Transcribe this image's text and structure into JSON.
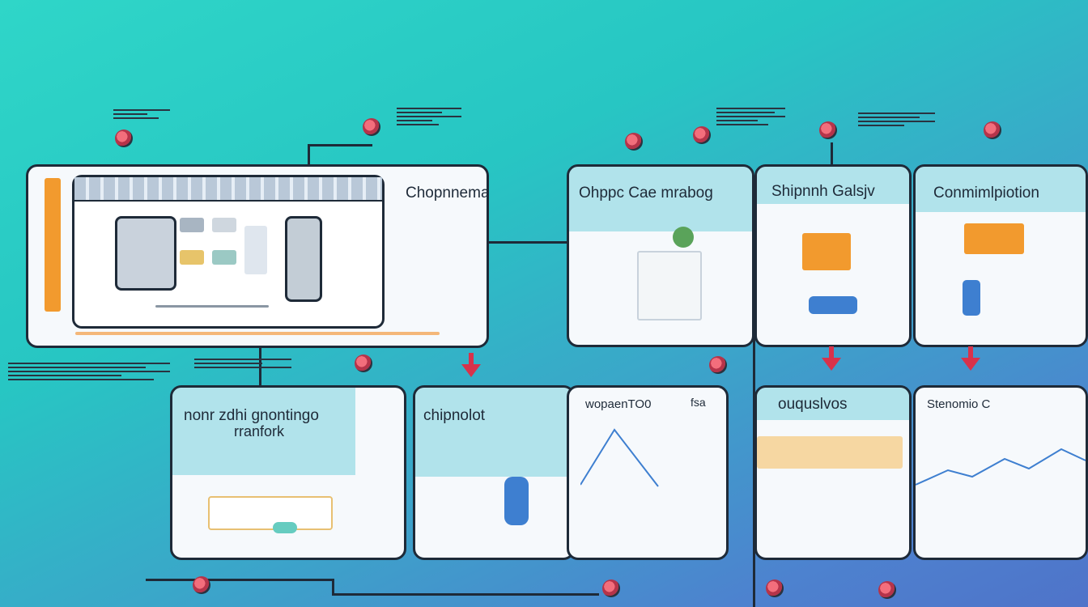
{
  "panels": {
    "top": [
      {
        "label": "Chopnnemar"
      },
      {
        "label": "Ohppc Cae mrabog"
      },
      {
        "label": "Shipnnh Galsjv"
      },
      {
        "label": "Conmimlpiotion"
      }
    ],
    "bottom": [
      {
        "label": "nonr zdhi gnontingo",
        "sublabel": "rranfork"
      },
      {
        "label": "chipnolot"
      },
      {
        "label": "wopaenTO0",
        "extra": "fsa"
      },
      {
        "label": "ouquslvos"
      },
      {
        "label": "Stenomio C"
      }
    ]
  },
  "colors": {
    "accent": "#d8324b",
    "outline": "#1e2a38",
    "orange": "#f29a2e",
    "blue": "#3e7fd0"
  },
  "icons": [
    "pin-icon",
    "arrow-down-icon",
    "gear-icon"
  ]
}
